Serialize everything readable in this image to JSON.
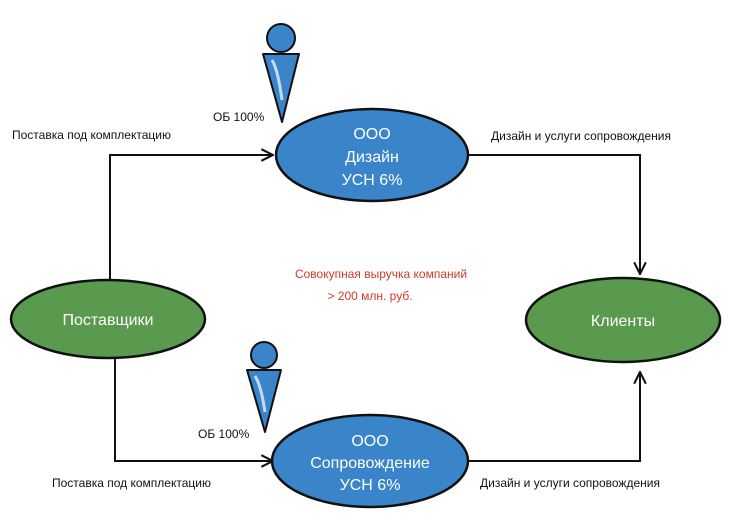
{
  "nodes": {
    "top_company": {
      "lines": [
        "ООО",
        "Дизайн",
        "УСН 6%"
      ],
      "fill": "#3a84c9"
    },
    "bottom_company": {
      "lines": [
        "ООО",
        "Сопровождение",
        "УСН 6%"
      ],
      "fill": "#3a84c9"
    },
    "suppliers": {
      "label": "Поставщики",
      "fill": "#5a9a4f"
    },
    "clients": {
      "label": "Клиенты",
      "fill": "#5a9a4f"
    }
  },
  "owners": {
    "top": {
      "share_label": "ОБ 100%"
    },
    "bottom": {
      "share_label": "ОБ 100%"
    }
  },
  "edges": {
    "suppliers_to_top": "Поставка под комплектацию",
    "suppliers_to_bottom": "Поставка под комплектацию",
    "top_to_clients": "Дизайн и услуги сопровождения",
    "bottom_to_clients": "Дизайн и услуги сопровождения"
  },
  "summary": {
    "line1": "Совокупная выручка компаний",
    "line2": "> 200 млн. руб."
  },
  "colors": {
    "person": "#3a84c9",
    "summary_text": "#d23a2a",
    "stroke": "#111111"
  }
}
